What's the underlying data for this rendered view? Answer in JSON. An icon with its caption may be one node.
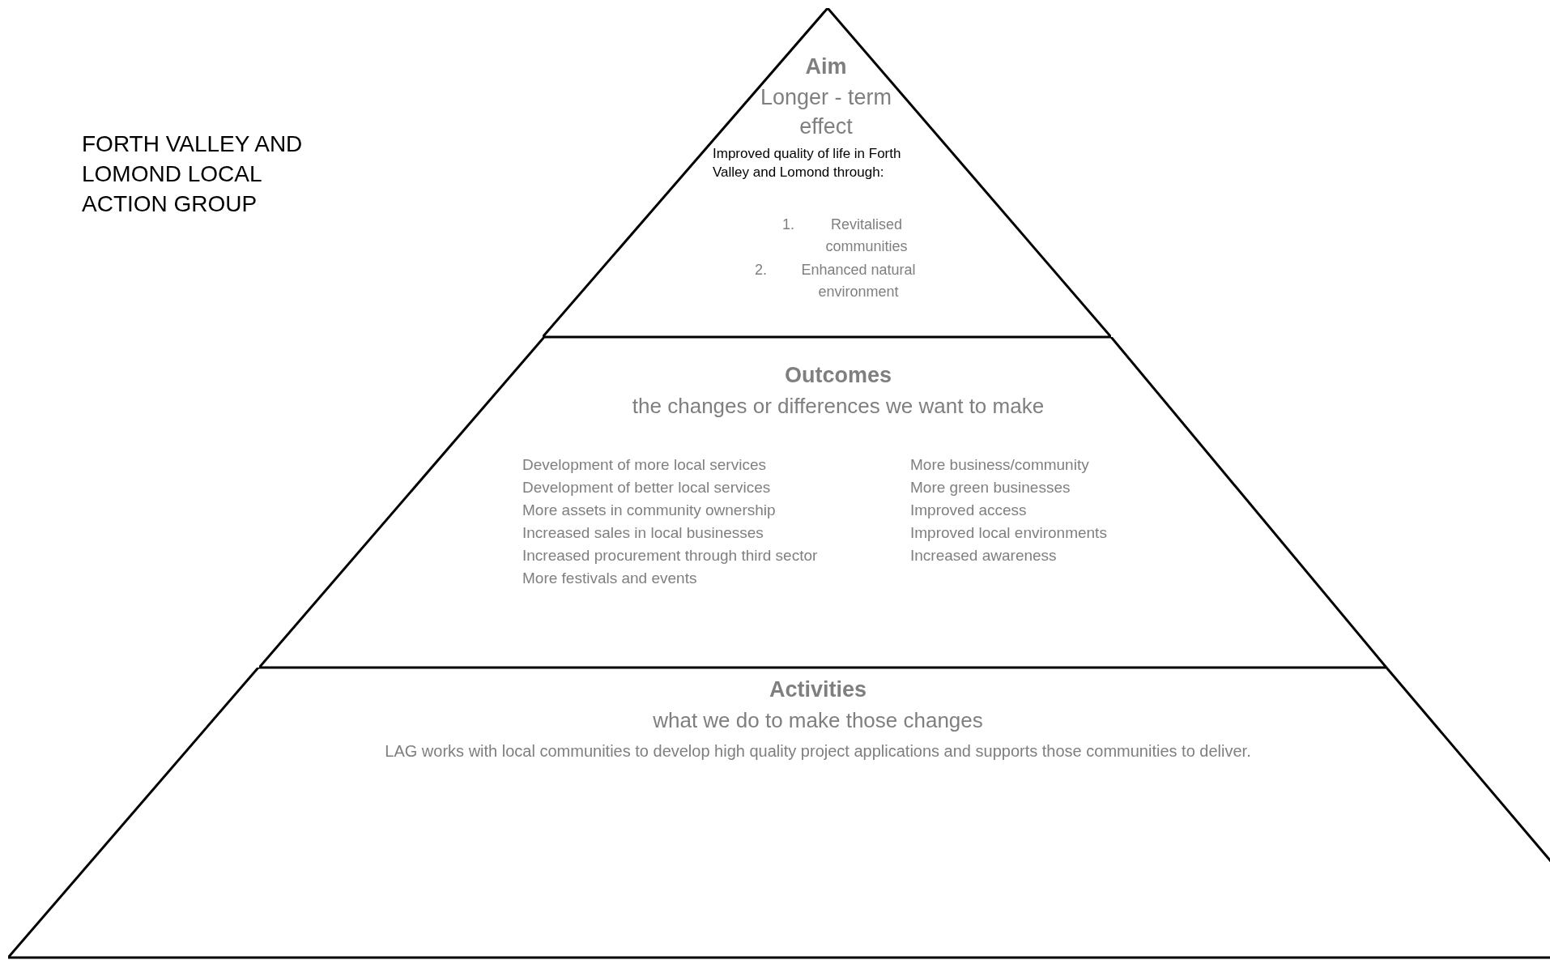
{
  "diagram": {
    "nodes": [
      {
        "text": [
          "Aim",
          "Longer - term effect",
          "Improved quality of life in Forth Valley and Lomond through:",
          "1.",
          "Revitalised communities",
          "2.",
          "Enhanced natural environment"
        ]
      },
      {
        "text": [
          "Outcomes",
          "the changes or differences we want to make",
          "Development of more local services",
          "Development of better local services",
          "More assets in community ownership",
          "Increased sales in local businesses",
          "Increased procurement through third sector",
          "More festivals and events",
          "More business/community",
          "More green businesses",
          "Improved access",
          "Improved local environments",
          "Increased awareness"
        ]
      },
      {
        "text": [
          "Activities",
          "what we do to make those changes",
          "LAG works with local communities to develop high quality project applications and supports those communities to deliver."
        ]
      }
    ],
    "labels": [
      "FORTH VALLEY AND LOMOND LOCAL ACTION GROUP"
    ]
  }
}
